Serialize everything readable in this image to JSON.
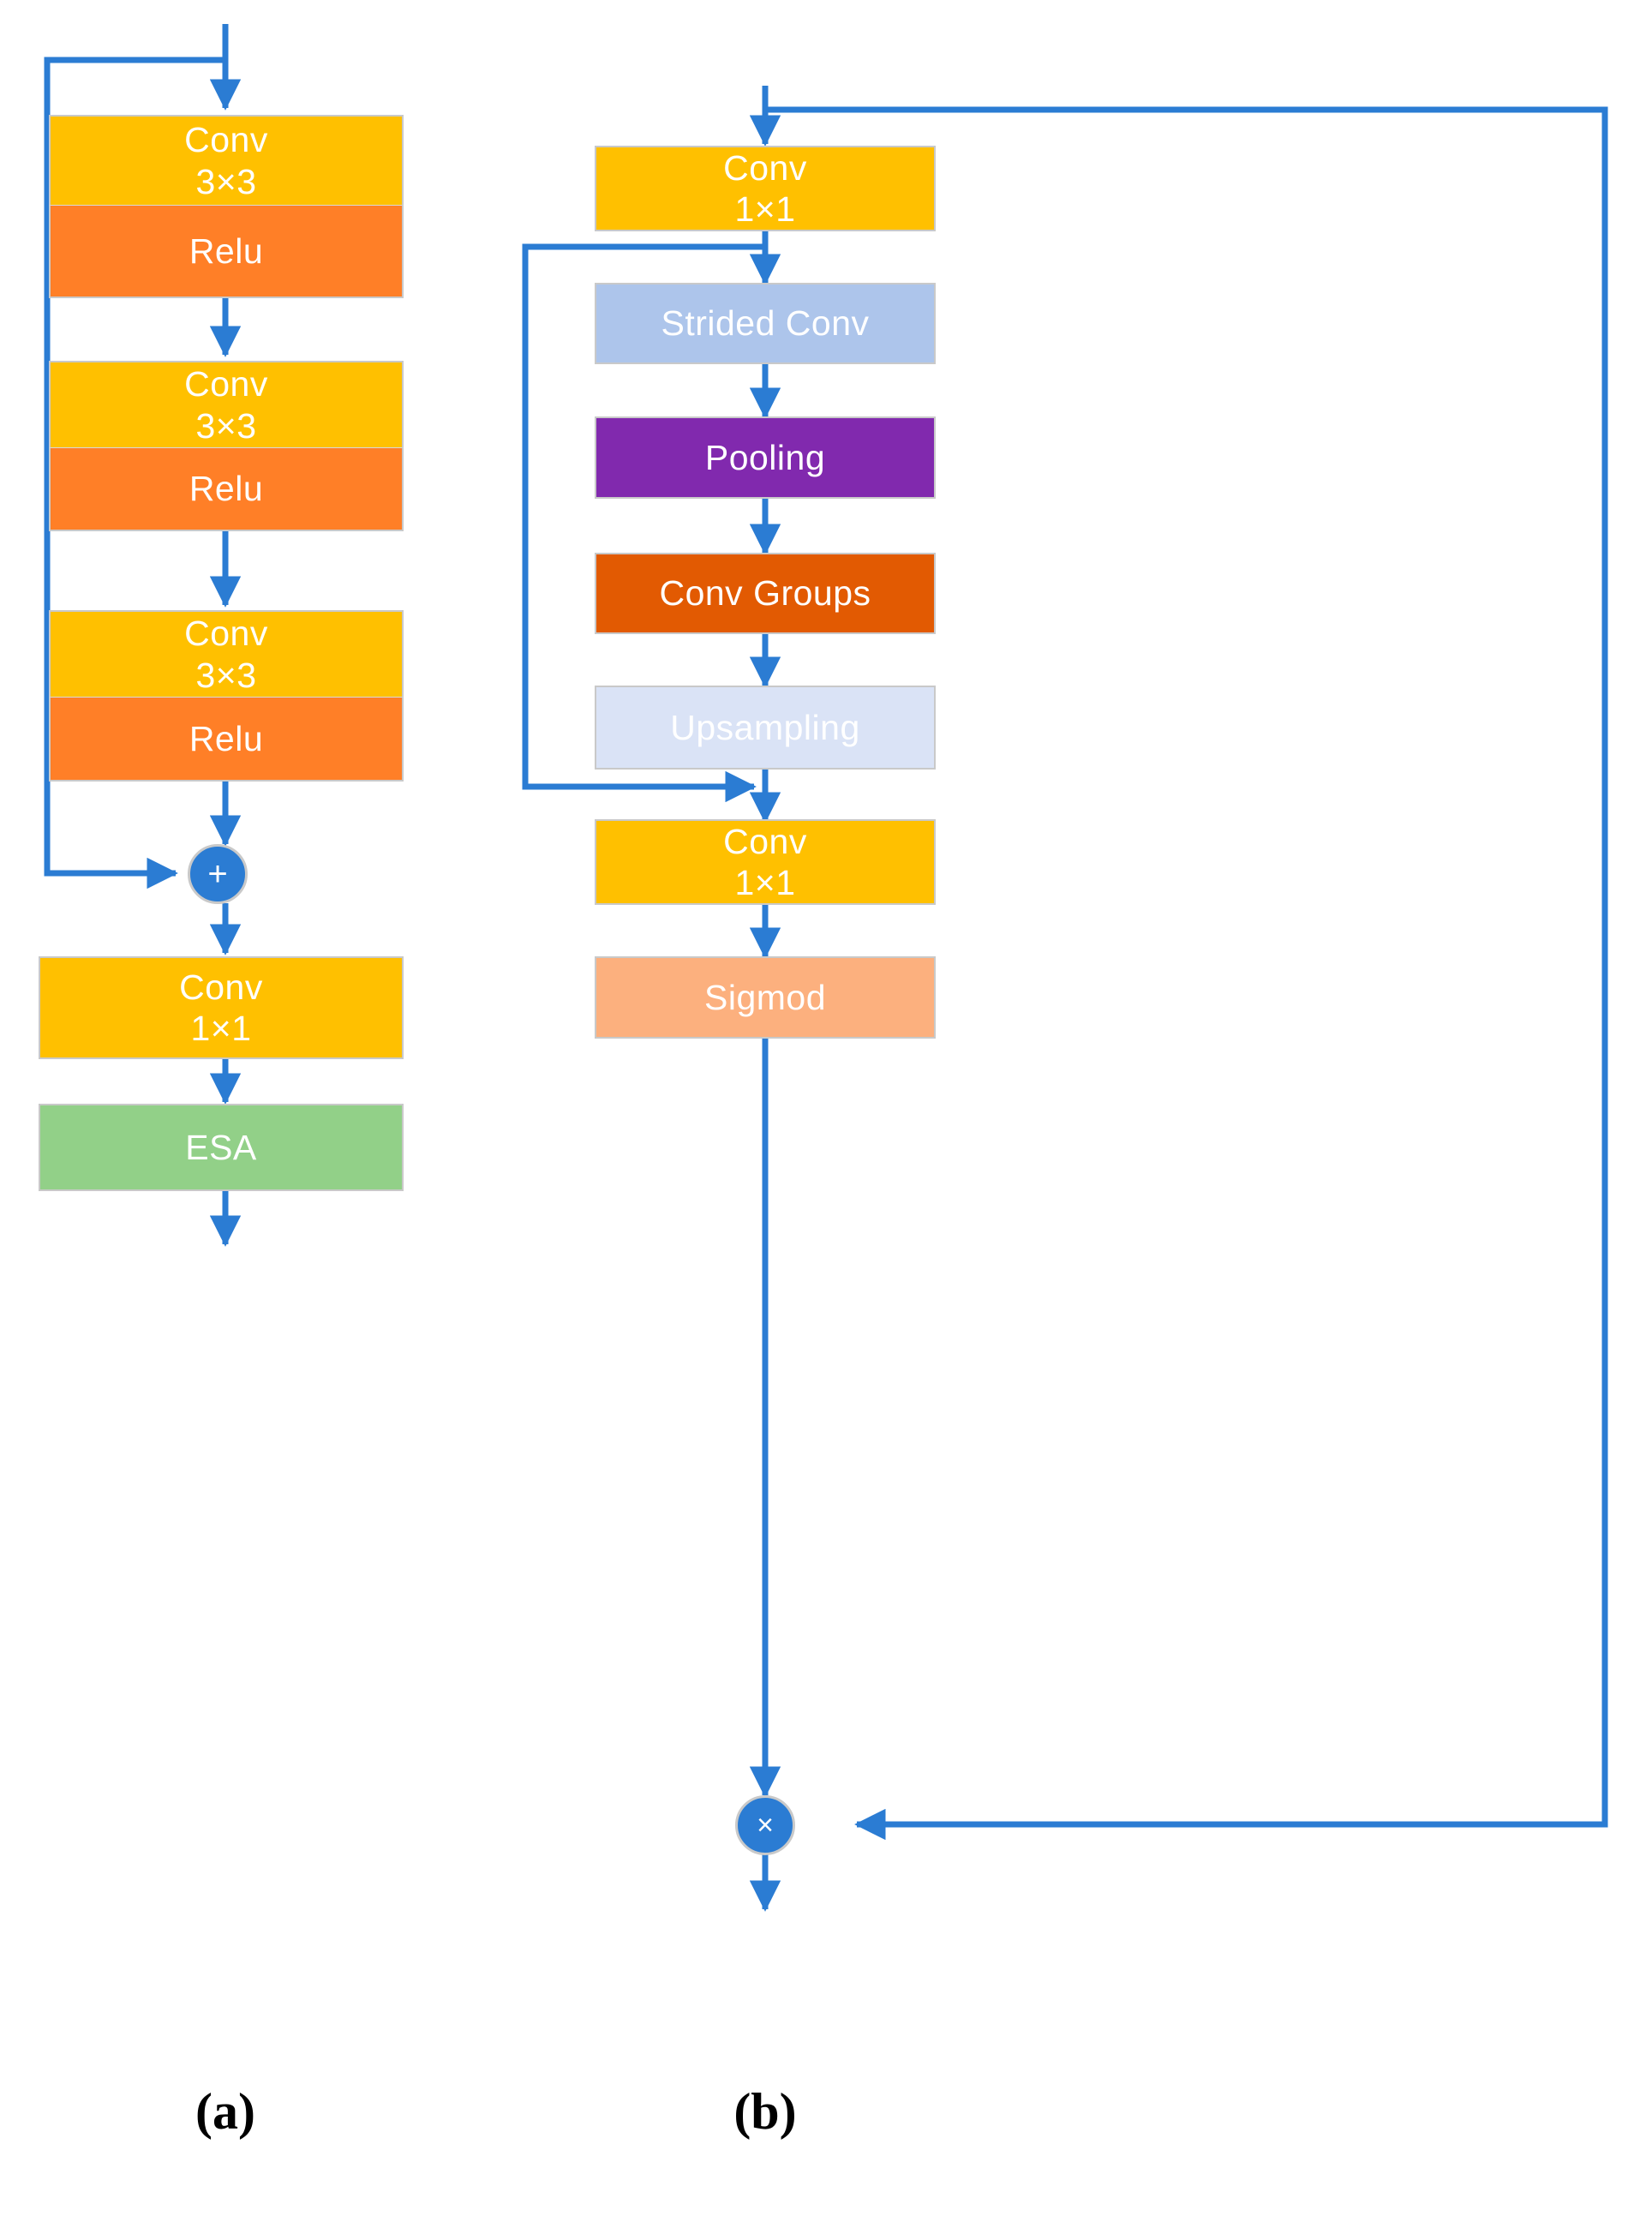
{
  "figure": {
    "type": "diagram",
    "description": "Two neural-network block architecture diagrams side by side",
    "arrow_color": "#2b7cd3",
    "box_border_color": "#c9c9c9",
    "label_text_color": "#ffffff"
  },
  "panel_a": {
    "caption": "(a)",
    "blocks": [
      {
        "id": "conv1",
        "line1": "Conv",
        "line2": "3×3",
        "color": "#FFC000"
      },
      {
        "id": "relu1",
        "line1": "Relu",
        "line2": "",
        "color": "#FF7F27"
      },
      {
        "id": "conv2",
        "line1": "Conv",
        "line2": "3×3",
        "color": "#FFC000"
      },
      {
        "id": "relu2",
        "line1": "Relu",
        "line2": "",
        "color": "#FF7F27"
      },
      {
        "id": "conv3",
        "line1": "Conv",
        "line2": "3×3",
        "color": "#FFC000"
      },
      {
        "id": "relu3",
        "line1": "Relu",
        "line2": "",
        "color": "#FF7F27"
      },
      {
        "id": "conv11",
        "line1": "Conv",
        "line2": "1×1",
        "color": "#FFC000"
      },
      {
        "id": "esa",
        "line1": "ESA",
        "line2": "",
        "color": "#92D088"
      }
    ],
    "operator": {
      "symbol": "+",
      "name": "addition-node",
      "color": "#2b7cd3"
    },
    "skip_connection": "input splits before first Conv 3×3 and rejoins at the addition node"
  },
  "panel_b": {
    "caption": "(b)",
    "blocks": [
      {
        "id": "conv1x1_top",
        "line1": "Conv",
        "line2": "1×1",
        "color": "#FFC000"
      },
      {
        "id": "strided",
        "line1": "Strided Conv",
        "line2": "",
        "color": "#ADC5EB"
      },
      {
        "id": "pooling",
        "line1": "Pooling",
        "line2": "",
        "color": "#8129AE"
      },
      {
        "id": "convgroups",
        "line1": "Conv Groups",
        "line2": "",
        "color": "#E25A02"
      },
      {
        "id": "upsampling",
        "line1": "Upsampling",
        "line2": "",
        "color": "#DAE3F6"
      },
      {
        "id": "conv1x1_bot",
        "line1": "Conv",
        "line2": "1×1",
        "color": "#FFC000"
      },
      {
        "id": "sigmod",
        "line1": "Sigmod",
        "line2": "",
        "color": "#FCB07E"
      }
    ],
    "operator": {
      "symbol": "×",
      "name": "multiply-node",
      "color": "#2b7cd3"
    },
    "skip_connections": [
      "input splits above Conv 1×1 and routes right, down the outside, into the multiply node",
      "output of Conv 1×1 splits left and rejoins just below Upsampling"
    ]
  }
}
